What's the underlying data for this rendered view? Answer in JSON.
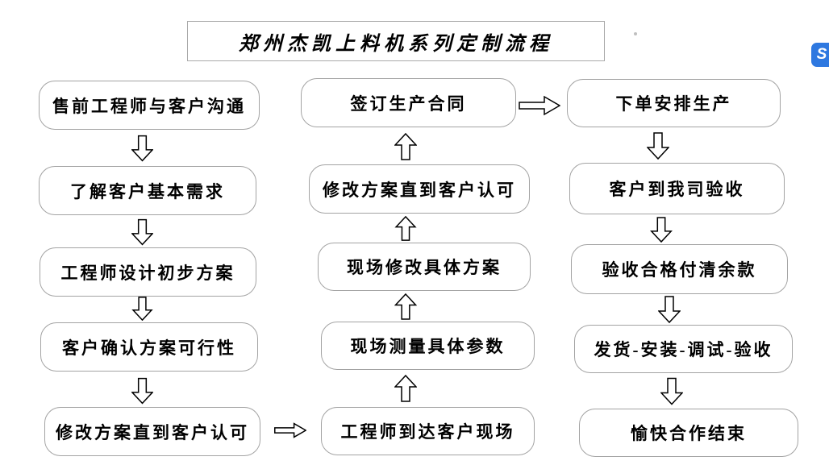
{
  "title": "郑州杰凯上料机系列定制流程",
  "flow": {
    "left": [
      "售前工程师与客户沟通",
      "了解客户基本需求",
      "工程师设计初步方案",
      "客户确认方案可行性",
      "修改方案直到客户认可"
    ],
    "middle": [
      "签订生产合同",
      "修改方案直到客户认可",
      "现场修改具体方案",
      "现场测量具体参数",
      "工程师到达客户现场"
    ],
    "right": [
      "下单安排生产",
      "客户到我司验收",
      "验收合格付清余款",
      "发货-安装-调试-验收",
      "愉快合作结束"
    ]
  },
  "icons": {
    "service_widget": "customer-service-icon",
    "service_glyph": "S"
  },
  "colors": {
    "background": "#ffffff",
    "box_border": "#a3a3a3",
    "title_border": "#a9a9a9",
    "text": "#000000",
    "arrow_stroke": "#000000",
    "arrow_fill": "#ffffff",
    "service_icon_bg": "#2e78e0",
    "service_icon_fg": "#ffffff"
  }
}
